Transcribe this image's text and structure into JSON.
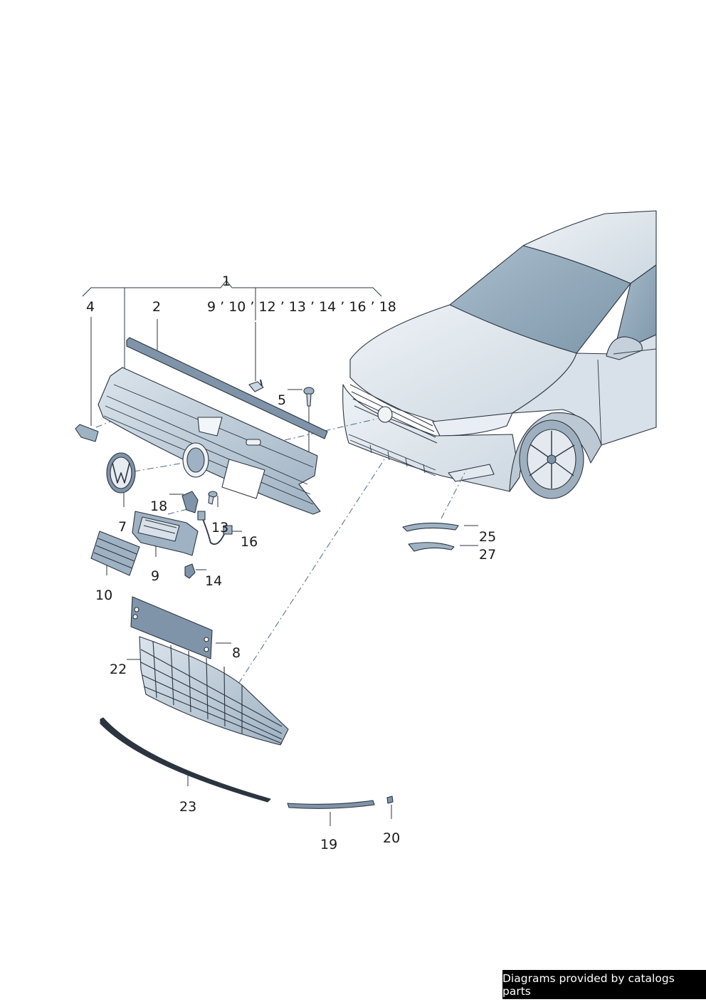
{
  "callouts": {
    "c1": "1",
    "c2": "2",
    "c4": "4",
    "c5": "5",
    "c7": "7",
    "c8": "8",
    "c9": "9",
    "c10": "10",
    "c13": "13",
    "c14": "14",
    "c16": "16",
    "c18": "18",
    "c19": "19",
    "c20": "20",
    "c22": "22",
    "c23": "23",
    "c25": "25",
    "c27": "27",
    "group_list": "9 ’ 10 ’ 12 ’ 13 ’ 14 ’ 16 ’ 18"
  },
  "footer": {
    "text": "Diagrams provided by catalogs parts"
  },
  "colors": {
    "part_fill": "#c9d6e1",
    "part_shade": "#7f94a8",
    "outline": "#2c3440",
    "car_glass": "#8fa7b8",
    "leader": "#4e6a84"
  }
}
